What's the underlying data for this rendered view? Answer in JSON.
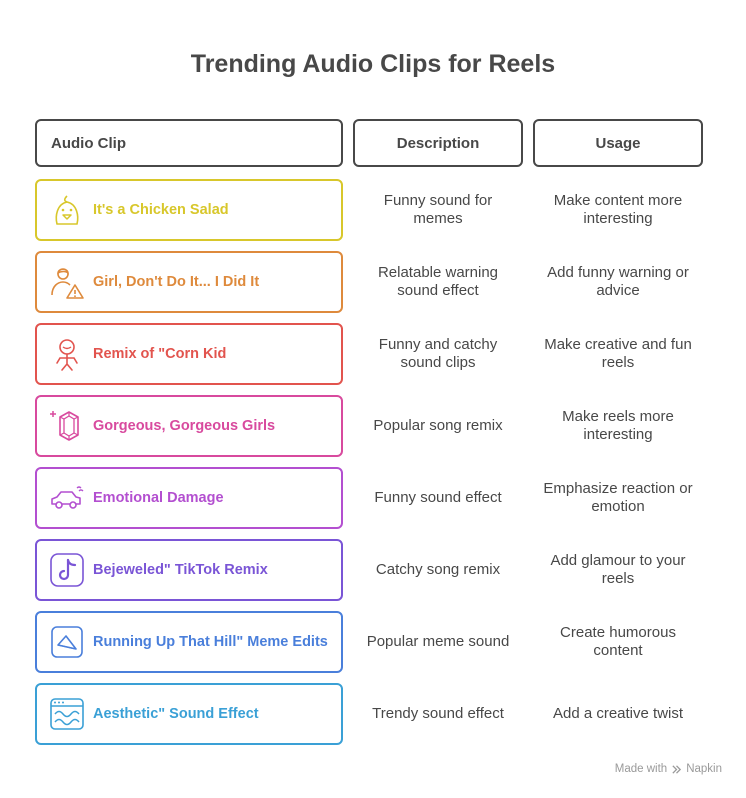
{
  "title": "Trending Audio Clips for Reels",
  "headers": {
    "audio_clip": "Audio Clip",
    "description": "Description",
    "usage": "Usage"
  },
  "rows": [
    {
      "clip": "It's a Chicken Salad",
      "description": "Funny sound for memes",
      "usage": "Make content more interesting",
      "color": "#D8C72B",
      "icon": "chick-icon"
    },
    {
      "clip": "Girl, Don't Do It... I Did It",
      "description": "Relatable warning sound effect",
      "usage": "Add funny warning or advice",
      "color": "#DE8A3C",
      "icon": "person-warning-icon"
    },
    {
      "clip": "Remix of \"Corn Kid",
      "description": "Funny and catchy sound clips",
      "usage": "Make creative and fun reels",
      "color": "#E2544E",
      "icon": "kid-icon"
    },
    {
      "clip": "Gorgeous, Gorgeous Girls",
      "description": "Popular song remix",
      "usage": "Make reels more interesting",
      "color": "#D84A9E",
      "icon": "gem-icon"
    },
    {
      "clip": "Emotional Damage",
      "description": "Funny sound effect",
      "usage": "Emphasize reaction or emotion",
      "color": "#B34FD0",
      "icon": "car-crash-icon"
    },
    {
      "clip": "Bejeweled\" TikTok Remix",
      "description": "Catchy song remix",
      "usage": "Add glamour to your reels",
      "color": "#7A55D6",
      "icon": "tiktok-icon"
    },
    {
      "clip": "Running Up That Hill\" Meme Edits",
      "description": "Popular meme sound",
      "usage": "Create humorous content",
      "color": "#4A7FDB",
      "icon": "hill-icon"
    },
    {
      "clip": "Aesthetic\" Sound Effect",
      "description": "Trendy sound effect",
      "usage": "Add a creative twist",
      "color": "#3AA0D6",
      "icon": "soundwave-window-icon"
    }
  ],
  "footer": {
    "made_with": "Made with",
    "brand": "Napkin"
  }
}
